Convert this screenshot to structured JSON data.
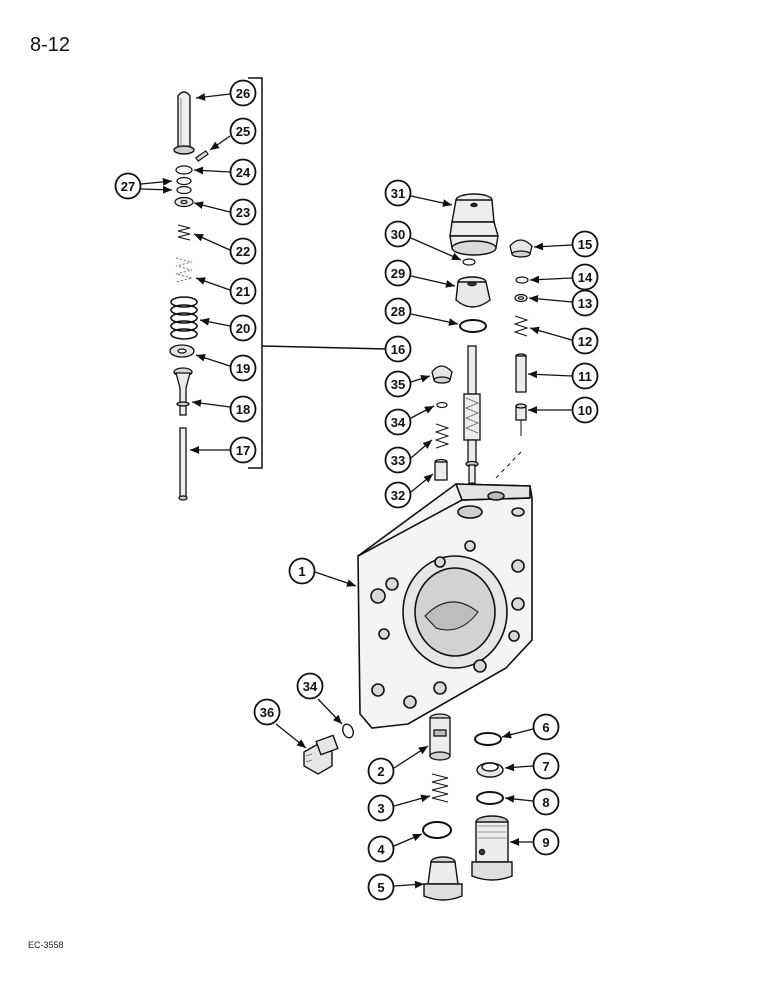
{
  "page": {
    "page_number": "8-12",
    "figure_code": "EC-3558"
  },
  "callouts": [
    {
      "id": "c1",
      "label": "1"
    },
    {
      "id": "c2",
      "label": "2"
    },
    {
      "id": "c3",
      "label": "3"
    },
    {
      "id": "c4",
      "label": "4"
    },
    {
      "id": "c5",
      "label": "5"
    },
    {
      "id": "c6",
      "label": "6"
    },
    {
      "id": "c7",
      "label": "7"
    },
    {
      "id": "c8",
      "label": "8"
    },
    {
      "id": "c9",
      "label": "9"
    },
    {
      "id": "c10",
      "label": "10"
    },
    {
      "id": "c11",
      "label": "11"
    },
    {
      "id": "c12",
      "label": "12"
    },
    {
      "id": "c13",
      "label": "13"
    },
    {
      "id": "c14",
      "label": "14"
    },
    {
      "id": "c15",
      "label": "15"
    },
    {
      "id": "c16",
      "label": "16"
    },
    {
      "id": "c17",
      "label": "17"
    },
    {
      "id": "c18",
      "label": "18"
    },
    {
      "id": "c19",
      "label": "19"
    },
    {
      "id": "c20",
      "label": "20"
    },
    {
      "id": "c21",
      "label": "21"
    },
    {
      "id": "c22",
      "label": "22"
    },
    {
      "id": "c23",
      "label": "23"
    },
    {
      "id": "c24",
      "label": "24"
    },
    {
      "id": "c25",
      "label": "25"
    },
    {
      "id": "c26",
      "label": "26"
    },
    {
      "id": "c27",
      "label": "27"
    },
    {
      "id": "c28",
      "label": "28"
    },
    {
      "id": "c29",
      "label": "29"
    },
    {
      "id": "c30",
      "label": "30"
    },
    {
      "id": "c31",
      "label": "31"
    },
    {
      "id": "c32",
      "label": "32"
    },
    {
      "id": "c33",
      "label": "33"
    },
    {
      "id": "c34a",
      "label": "34"
    },
    {
      "id": "c34b",
      "label": "34"
    },
    {
      "id": "c35",
      "label": "35"
    },
    {
      "id": "c36",
      "label": "36"
    }
  ]
}
